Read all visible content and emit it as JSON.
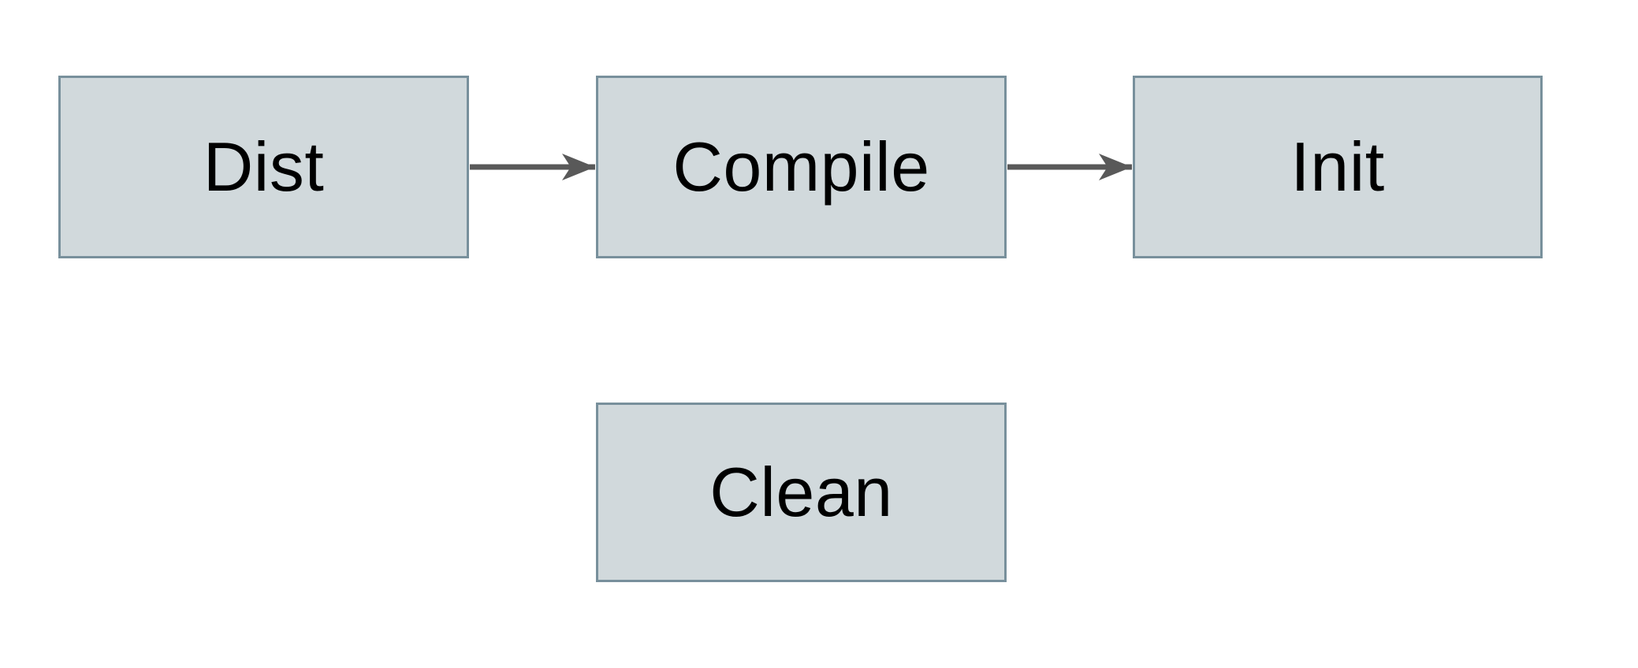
{
  "diagram": {
    "type": "flowchart",
    "colors": {
      "background": "#ffffff",
      "node_fill": "#d1d9dc",
      "node_border": "#78909c",
      "arrow_color": "#595959",
      "text_color": "#000000"
    },
    "nodes": [
      {
        "id": "dist",
        "label": "Dist"
      },
      {
        "id": "compile",
        "label": "Compile"
      },
      {
        "id": "init",
        "label": "Init"
      },
      {
        "id": "clean",
        "label": "Clean"
      }
    ],
    "edges": [
      {
        "from": "dist",
        "to": "compile",
        "style": "solid-arrow"
      },
      {
        "from": "compile",
        "to": "init",
        "style": "solid-arrow"
      }
    ]
  }
}
